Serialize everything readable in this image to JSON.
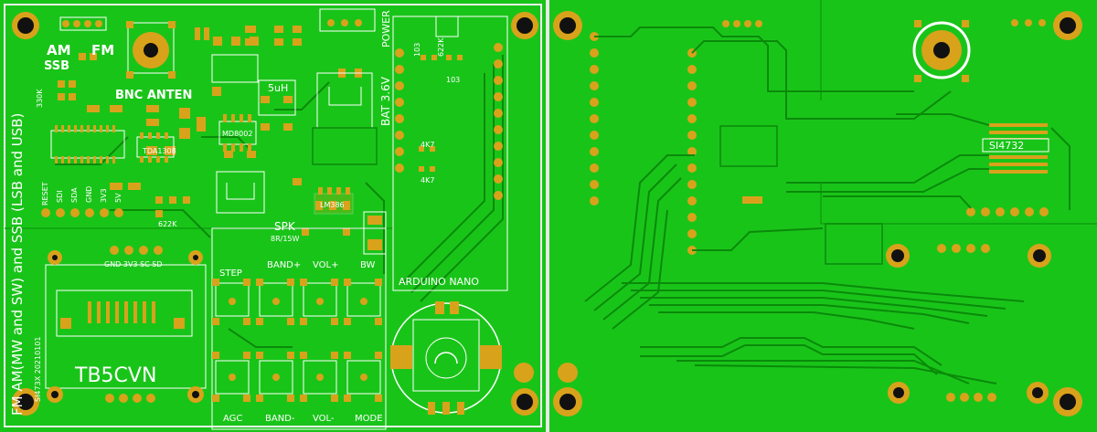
{
  "colors": {
    "board": "#19c419",
    "board_dark": "#0ea00e",
    "trace": "#0a8a0a",
    "pad": "#d9a21b",
    "hole": "#111111",
    "silk": "#ffffff",
    "border": "#f0f0f0"
  },
  "front": {
    "labels": {
      "am": "AM",
      "fm": "FM",
      "ssb": "SSB",
      "bnc": "BNC ANTEN",
      "power": "POWER",
      "r103": "103",
      "r622k_top": "622K",
      "r103b": "103",
      "uh5": "5uH",
      "bat": "BAT 3.6V",
      "r330k": "330K",
      "tda": "TDA1308",
      "md": "MD8002",
      "r4k7a": "4K7",
      "r4k7b": "4K7",
      "reset": "RESET",
      "sdi": "SDI",
      "sda": "SDA",
      "gnd": "GND",
      "v3": "3V3",
      "v5": "5V",
      "r622k": "622K",
      "spk": "SPK",
      "spk_rating": "8R/15W",
      "ic": "LM386",
      "side_text": "FM AM(MW and SW) and SSB (LSB and USB)",
      "oled_pins": "GND 3V3 SC SD",
      "step": "STEP",
      "band_plus": "BAND+",
      "vol_plus": "VOL+",
      "bw": "BW",
      "agc": "AGC",
      "band_minus": "BAND-",
      "vol_minus": "VOL-",
      "mode": "MODE",
      "arduino": "ARDUINO NANO",
      "board_id": "SI473X 20210101",
      "callsign": "TB5CVN"
    }
  },
  "back": {
    "labels": {
      "chip": "SI4732"
    }
  }
}
